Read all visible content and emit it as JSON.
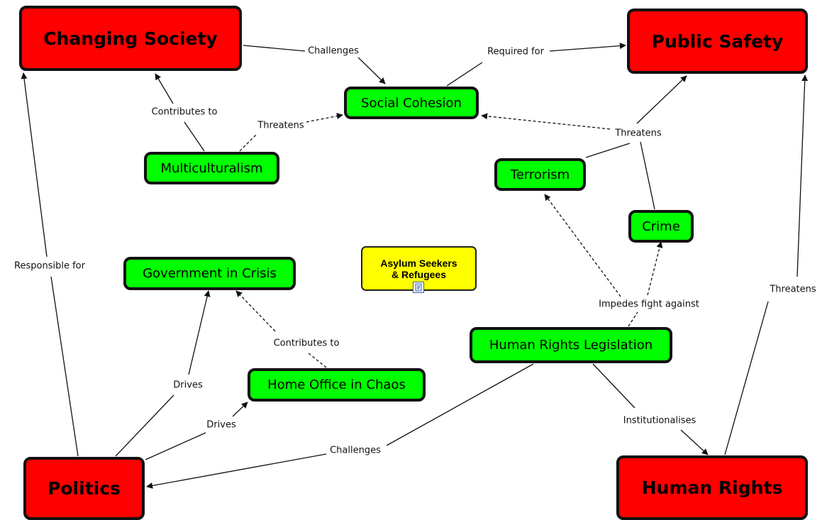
{
  "nodes": {
    "changing_society": "Changing Society",
    "public_safety": "Public Safety",
    "social_cohesion": "Social Cohesion",
    "multiculturalism": "Multiculturalism",
    "terrorism": "Terrorism",
    "crime": "Crime",
    "government_in_crisis": "Government in Crisis",
    "asylum_line1": "Asylum Seekers",
    "asylum_line2": "& Refugees",
    "human_rights_legislation": "Human Rights Legislation",
    "home_office_in_chaos": "Home Office in Chaos",
    "politics": "Politics",
    "human_rights": "Human Rights"
  },
  "links": {
    "challenges_top": "Challenges",
    "required_for": "Required for",
    "contributes_to_left": "Contributes to",
    "threatens_multi": "Threatens",
    "threatens_right": "Threatens",
    "responsible_for": "Responsible for",
    "impedes_fight_against": "Impedes fight against",
    "contributes_to_mid": "Contributes to",
    "drives_upper": "Drives",
    "drives_lower": "Drives",
    "institutionalises": "Institutionalises",
    "challenges_bottom": "Challenges",
    "threatens_far_right": "Threatens"
  },
  "colors": {
    "major_concept": "#ff0000",
    "concept": "#00ff00",
    "note": "#ffff00",
    "border": "#111111",
    "link": "#111111"
  },
  "icons": {
    "attachment": "document-icon"
  }
}
